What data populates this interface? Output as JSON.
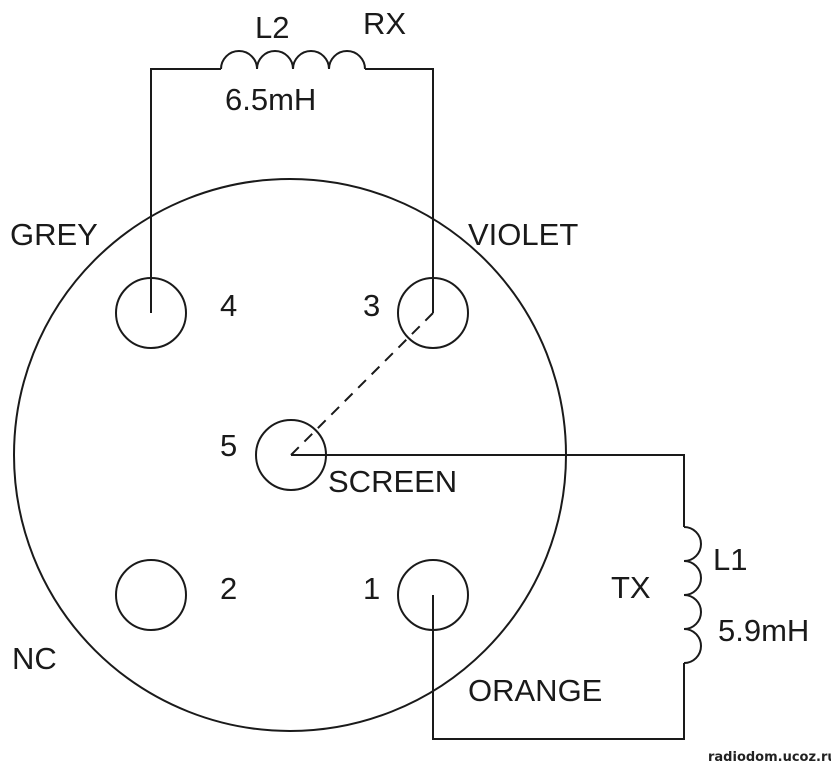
{
  "colors": {
    "stroke": "#1a1a1a",
    "background": "#ffffff"
  },
  "pins": {
    "p1": {
      "number": "1",
      "color_label": "ORANGE"
    },
    "p2": {
      "number": "2",
      "color_label": "NC"
    },
    "p3": {
      "number": "3",
      "color_label": "VIOLET"
    },
    "p4": {
      "number": "4",
      "color_label": "GREY"
    },
    "p5": {
      "number": "5",
      "color_label": "SCREEN"
    }
  },
  "coils": {
    "rx": {
      "role": "RX",
      "name": "L2",
      "value": "6.5mH"
    },
    "tx": {
      "role": "TX",
      "name": "L1",
      "value": "5.9mH"
    }
  },
  "watermark": "radiodom.ucoz.ru"
}
